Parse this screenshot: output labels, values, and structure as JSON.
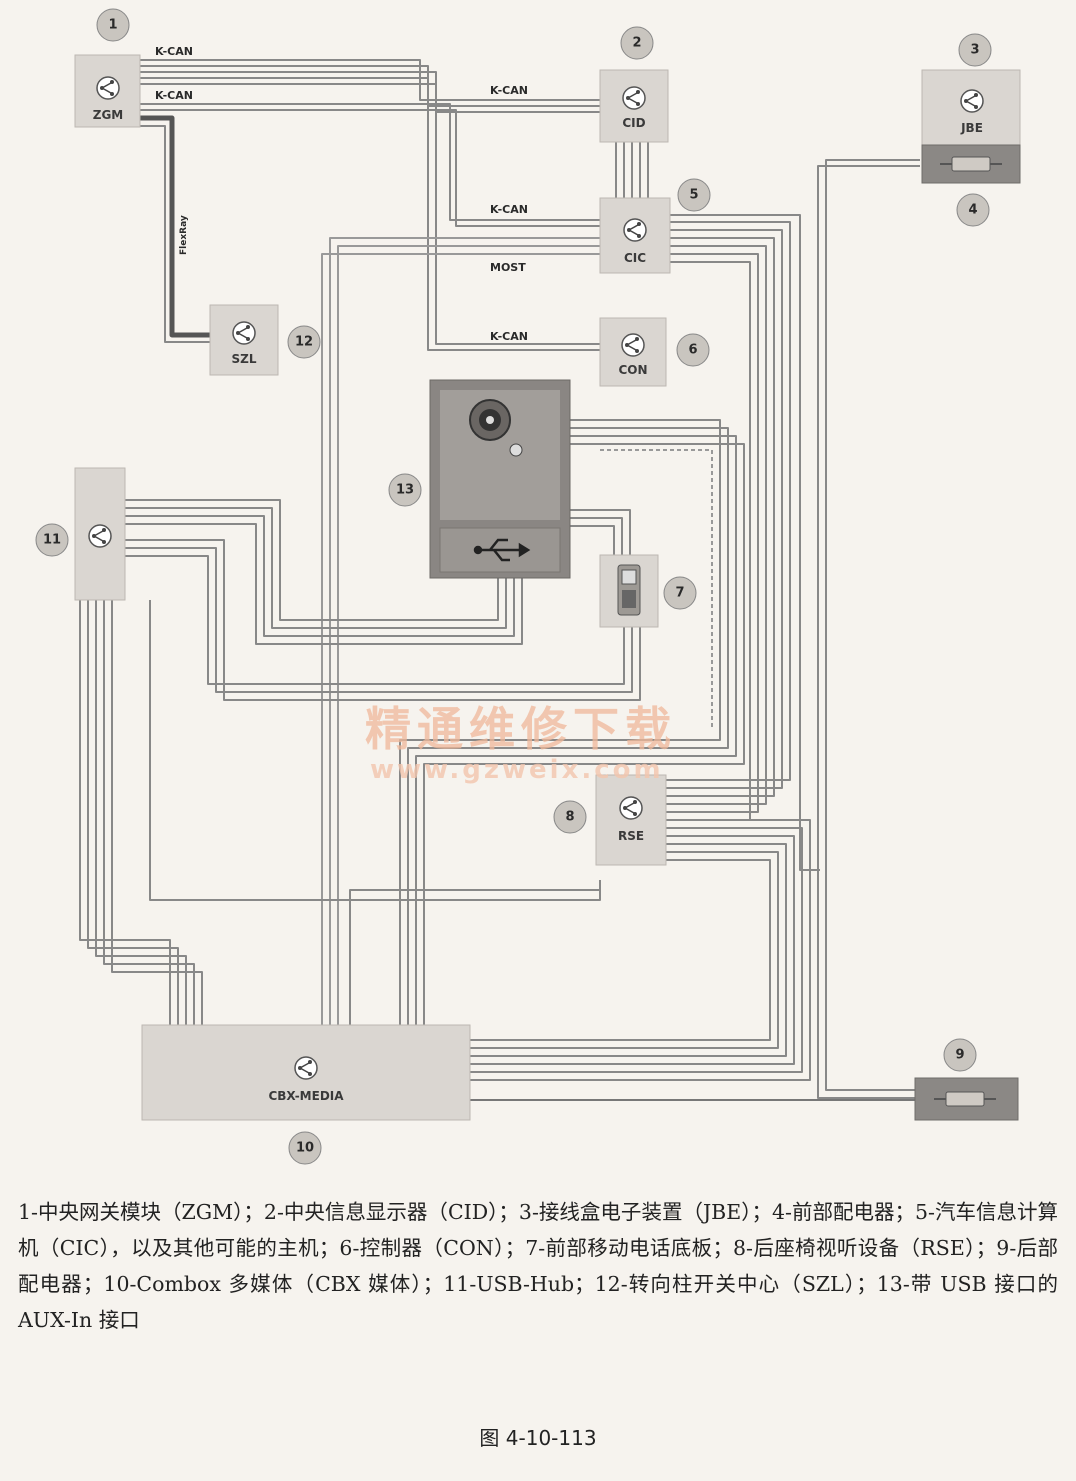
{
  "modules": [
    {
      "key": "zgm",
      "label": "ZGM",
      "number": "1"
    },
    {
      "key": "cid",
      "label": "CID",
      "number": "2"
    },
    {
      "key": "jbe",
      "label": "JBE",
      "number": "3"
    },
    {
      "key": "front_dist",
      "label": "",
      "number": "4"
    },
    {
      "key": "cic",
      "label": "CIC",
      "number": "5"
    },
    {
      "key": "con",
      "label": "CON",
      "number": "6"
    },
    {
      "key": "phone_cradle",
      "label": "",
      "number": "7"
    },
    {
      "key": "rse",
      "label": "RSE",
      "number": "8"
    },
    {
      "key": "rear_dist",
      "label": "",
      "number": "9"
    },
    {
      "key": "cbx",
      "label": "CBX-MEDIA",
      "number": "10"
    },
    {
      "key": "usbhub",
      "label": "",
      "number": "11"
    },
    {
      "key": "szl",
      "label": "SZL",
      "number": "12"
    },
    {
      "key": "auxin",
      "label": "",
      "number": "13"
    }
  ],
  "bus_labels": {
    "kcan_1": "K-CAN",
    "kcan_2": "K-CAN",
    "kcan_cid": "K-CAN",
    "kcan_cic": "K-CAN",
    "most": "MOST",
    "kcan_con": "K-CAN",
    "flexray": "FlexRay"
  },
  "watermark": {
    "cn": "精通维修下载",
    "url": "www.gzweix.com"
  },
  "caption": "1-中央网关模块（ZGM）；2-中央信息显示器（CID）；3-接线盒电子装置（JBE）；4-前部配电器；5-汽车信息计算机（CIC），以及其他可能的主机；6-控制器（CON）；7-前部移动电话底板；8-后座椅视听设备（RSE）；9-后部配电器；10-Combox 多媒体（CBX 媒体）；11-USB-Hub；12-转向柱开关中心（SZL）；13-带 USB 接口的 AUX-In 接口",
  "figure_number": "图 4-10-113"
}
